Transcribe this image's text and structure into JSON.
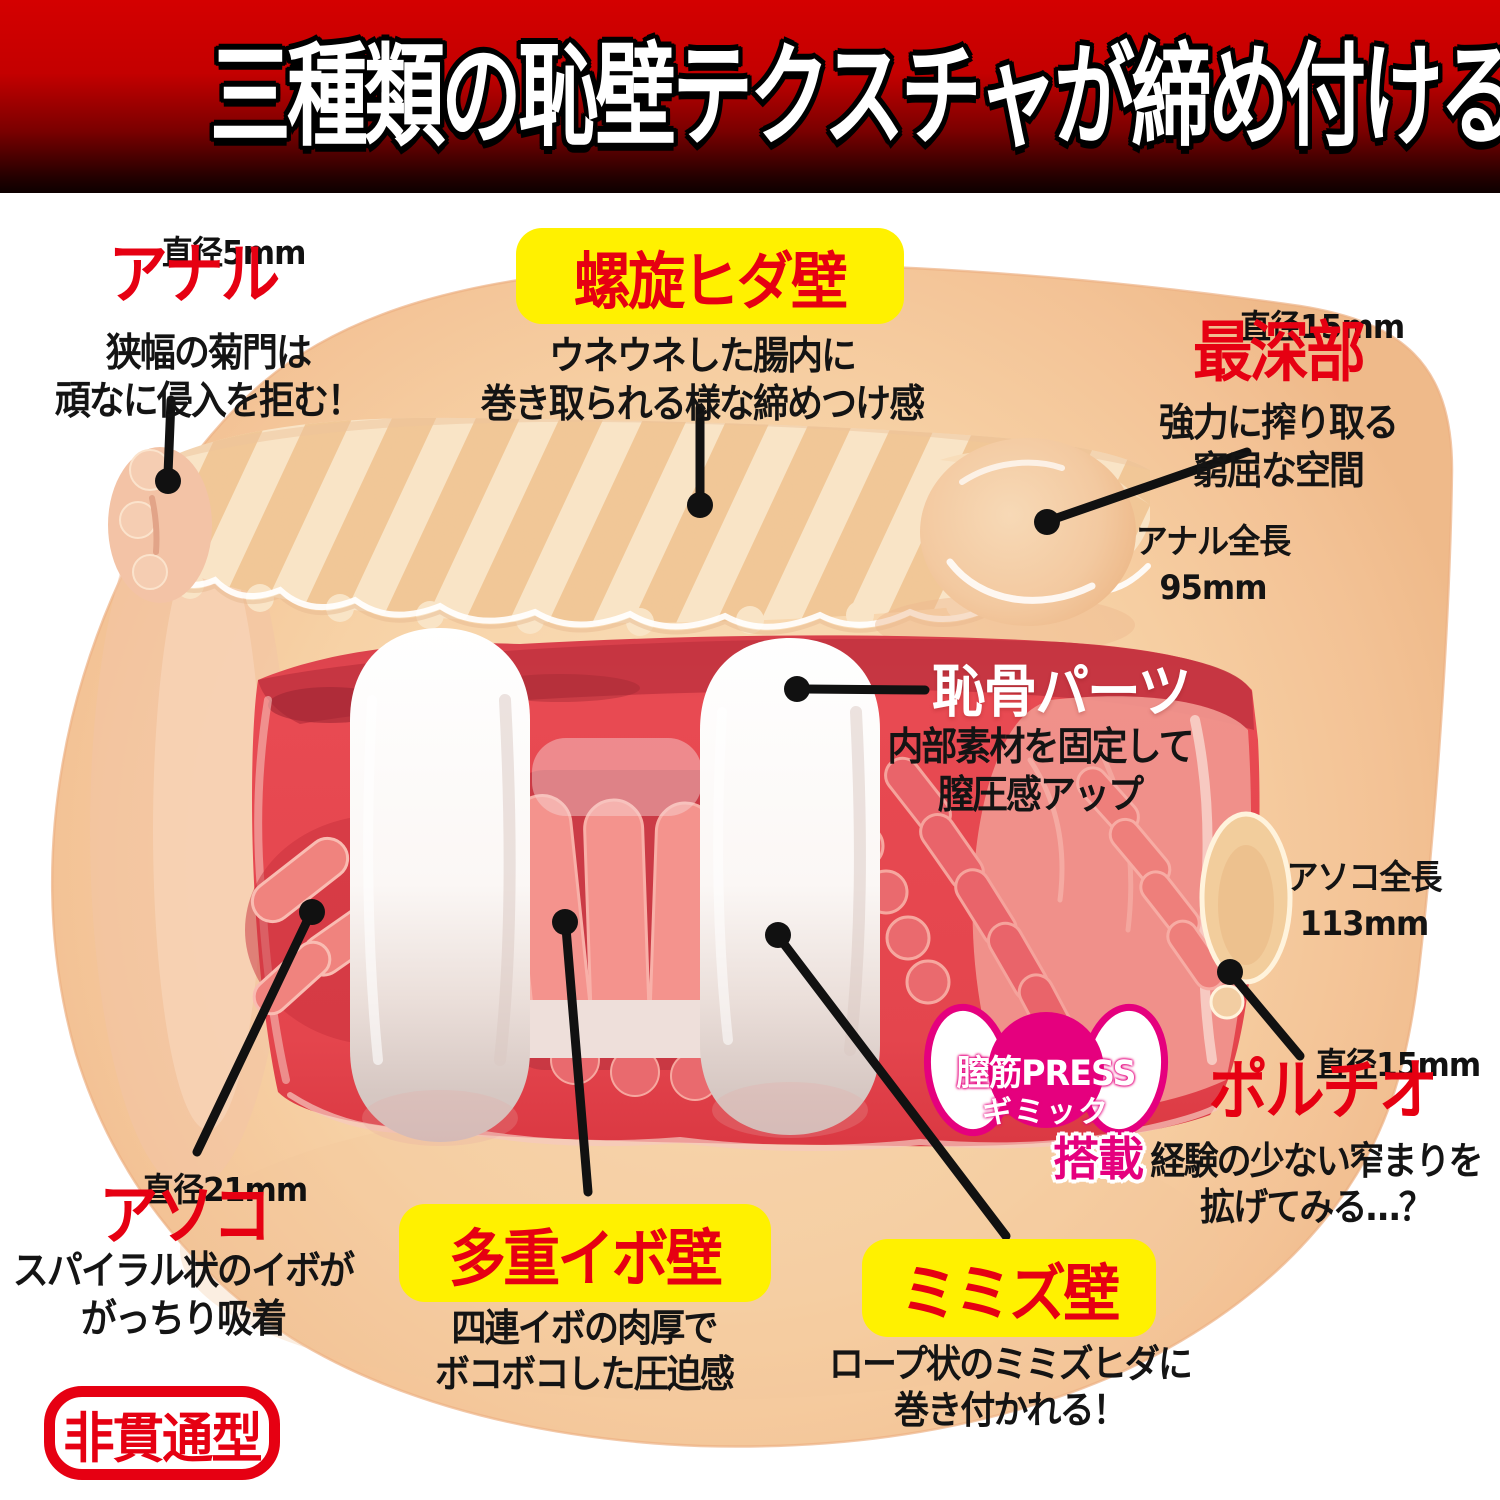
{
  "title": "三種類の恥壁テクスチャが締め付ける！",
  "colors": {
    "accent_red": "#E60012",
    "highlight_yellow": "#FFF100",
    "badge_magenta": "#E5007E",
    "banner_red": "#D40000"
  },
  "callouts": {
    "anal": {
      "diameter": "直径5mm",
      "name": "アナル",
      "desc": [
        "狭幅の菊門は",
        "頑なに侵入を拒む！"
      ]
    },
    "spiral_wall": {
      "name": "螺旋ヒダ壁",
      "desc": [
        "ウネウネした腸内に",
        "巻き取られる様な締めつけ感"
      ]
    },
    "deepest": {
      "diameter": "直径15mm",
      "name": "最深部",
      "desc": [
        "強力に搾り取る",
        "窮屈な空間"
      ]
    },
    "anal_length": {
      "label": "アナル全長",
      "value": "95mm"
    },
    "pubic_part": {
      "name": "恥骨パーツ",
      "desc": [
        "内部素材を固定して",
        "膣圧感アップ"
      ]
    },
    "asoko_length": {
      "label": "アソコ全長",
      "value": "113mm"
    },
    "portio": {
      "diameter": "直径15mm",
      "name": "ポルチオ",
      "desc": [
        "経験の少ない窄まりを",
        "拡げてみる…？"
      ]
    },
    "asoko": {
      "diameter": "直径21mm",
      "name": "アソコ",
      "desc": [
        "スパイラル状のイボが",
        "がっちり吸着"
      ]
    },
    "multi_wart_wall": {
      "name": "多重イボ壁",
      "desc": [
        "四連イボの肉厚で",
        "ボコボコした圧迫感"
      ]
    },
    "worm_wall": {
      "name": "ミミズ壁",
      "desc": [
        "ロープ状のミミズヒダに",
        "巻き付かれる！"
      ]
    }
  },
  "badges": {
    "press": {
      "line1": "膣筋PRESS",
      "line2": "ギミック",
      "suffix": "搭載"
    },
    "non_through": {
      "label": "非貫通型"
    }
  }
}
